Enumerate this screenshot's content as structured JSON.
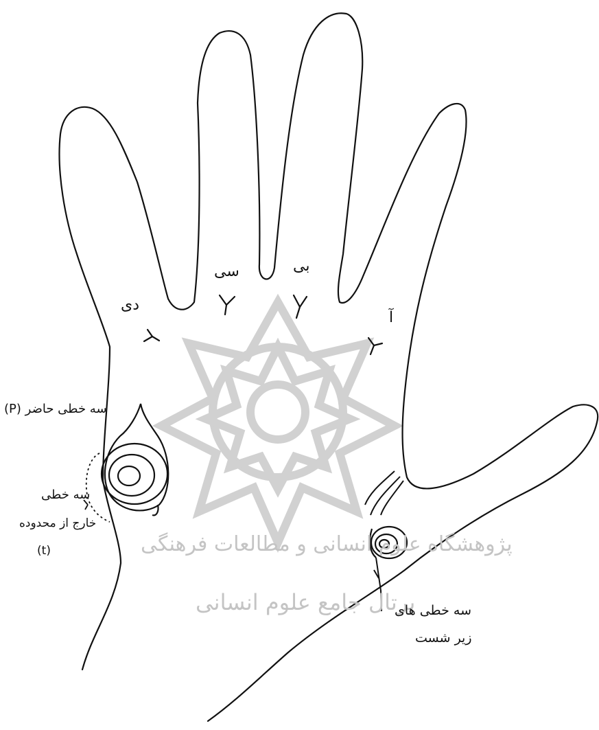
{
  "diagram": {
    "triradius_labels": {
      "d": "دی",
      "c": "سی",
      "b": "بی",
      "a": "آ"
    },
    "annotations": {
      "hypothenar_whorl": "سه خطی حاضر (P)",
      "hypothenar_outer_line1": "سه خطی",
      "hypothenar_outer_line2": "خارج از محدوده",
      "hypothenar_outer_line3": "(t)",
      "thenar_triradius_line1": "سه خطی های",
      "thenar_triradius_line2": "زیر شست"
    },
    "watermark": {
      "line1": "پژوهشگاه علوم انسانی و مطالعات فرهنگی",
      "line2": "پرتال جامع علوم انسانی"
    },
    "colors": {
      "ink": "#111111",
      "background": "#ffffff",
      "watermark": "#c4c4c4"
    }
  }
}
